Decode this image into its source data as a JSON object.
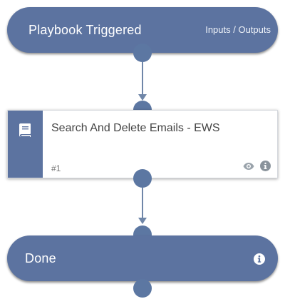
{
  "start_node": {
    "title": "Playbook Triggered",
    "link": "Inputs / Outputs"
  },
  "task_node": {
    "icon": "book-icon",
    "title": "Search And Delete Emails - EWS",
    "number": "#1",
    "actions": [
      "eye-icon",
      "info-icon"
    ]
  },
  "end_node": {
    "title": "Done",
    "icon": "info-icon"
  },
  "colors": {
    "node": "#5c73a0",
    "connector": "#6f86a8"
  }
}
